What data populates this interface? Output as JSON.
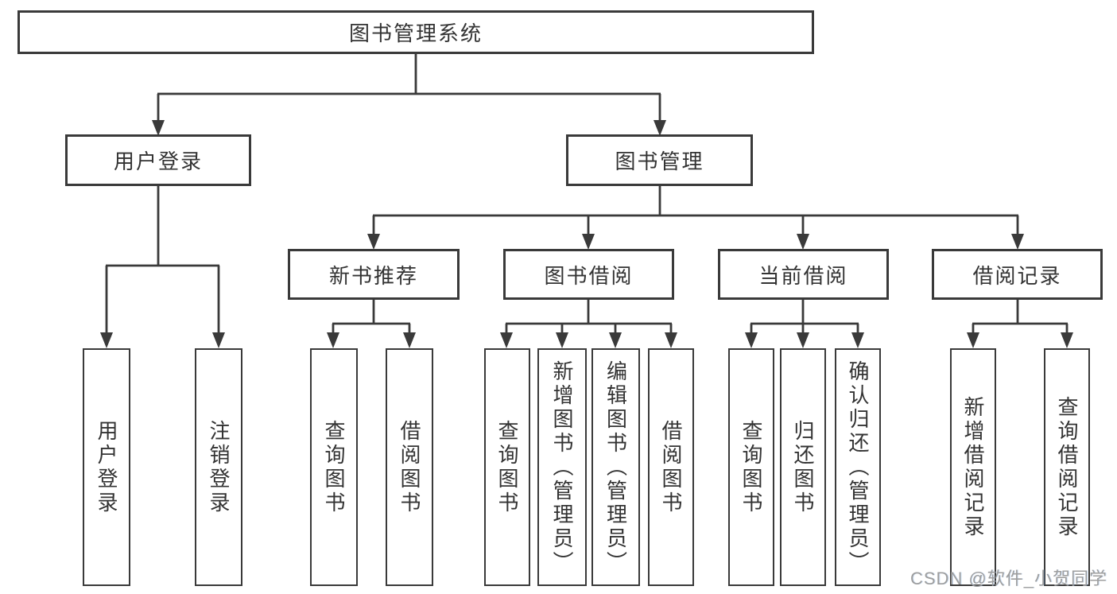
{
  "diagram": {
    "title": "图书管理系统",
    "level2": [
      {
        "label": "用户登录"
      },
      {
        "label": "图书管理"
      }
    ],
    "level3": [
      {
        "label": "新书推荐"
      },
      {
        "label": "图书借阅"
      },
      {
        "label": "当前借阅"
      },
      {
        "label": "借阅记录"
      }
    ],
    "leaves": {
      "user_login": [
        {
          "label": "用户登录"
        },
        {
          "label": "注销登录"
        }
      ],
      "new_book_recommend": [
        {
          "label": "查询图书"
        },
        {
          "label": "借阅图书"
        }
      ],
      "book_borrow": [
        {
          "label": "查询图书"
        },
        {
          "label": "新增图书（管理员）"
        },
        {
          "label": "编辑图书（管理员）"
        },
        {
          "label": "借阅图书"
        }
      ],
      "current_borrow": [
        {
          "label": "查询图书"
        },
        {
          "label": "归还图书"
        },
        {
          "label": "确认归还（管理员）"
        }
      ],
      "borrow_records": [
        {
          "label": "新增借阅记录"
        },
        {
          "label": "查询借阅记录"
        }
      ]
    }
  },
  "watermark": {
    "text": "CSDN @软件_小贺同学"
  },
  "colors": {
    "line": "#3a3a3a",
    "box_border": "#3a3a3a",
    "text": "#333333",
    "background": "#ffffff",
    "watermark": "#9e9e9e"
  }
}
